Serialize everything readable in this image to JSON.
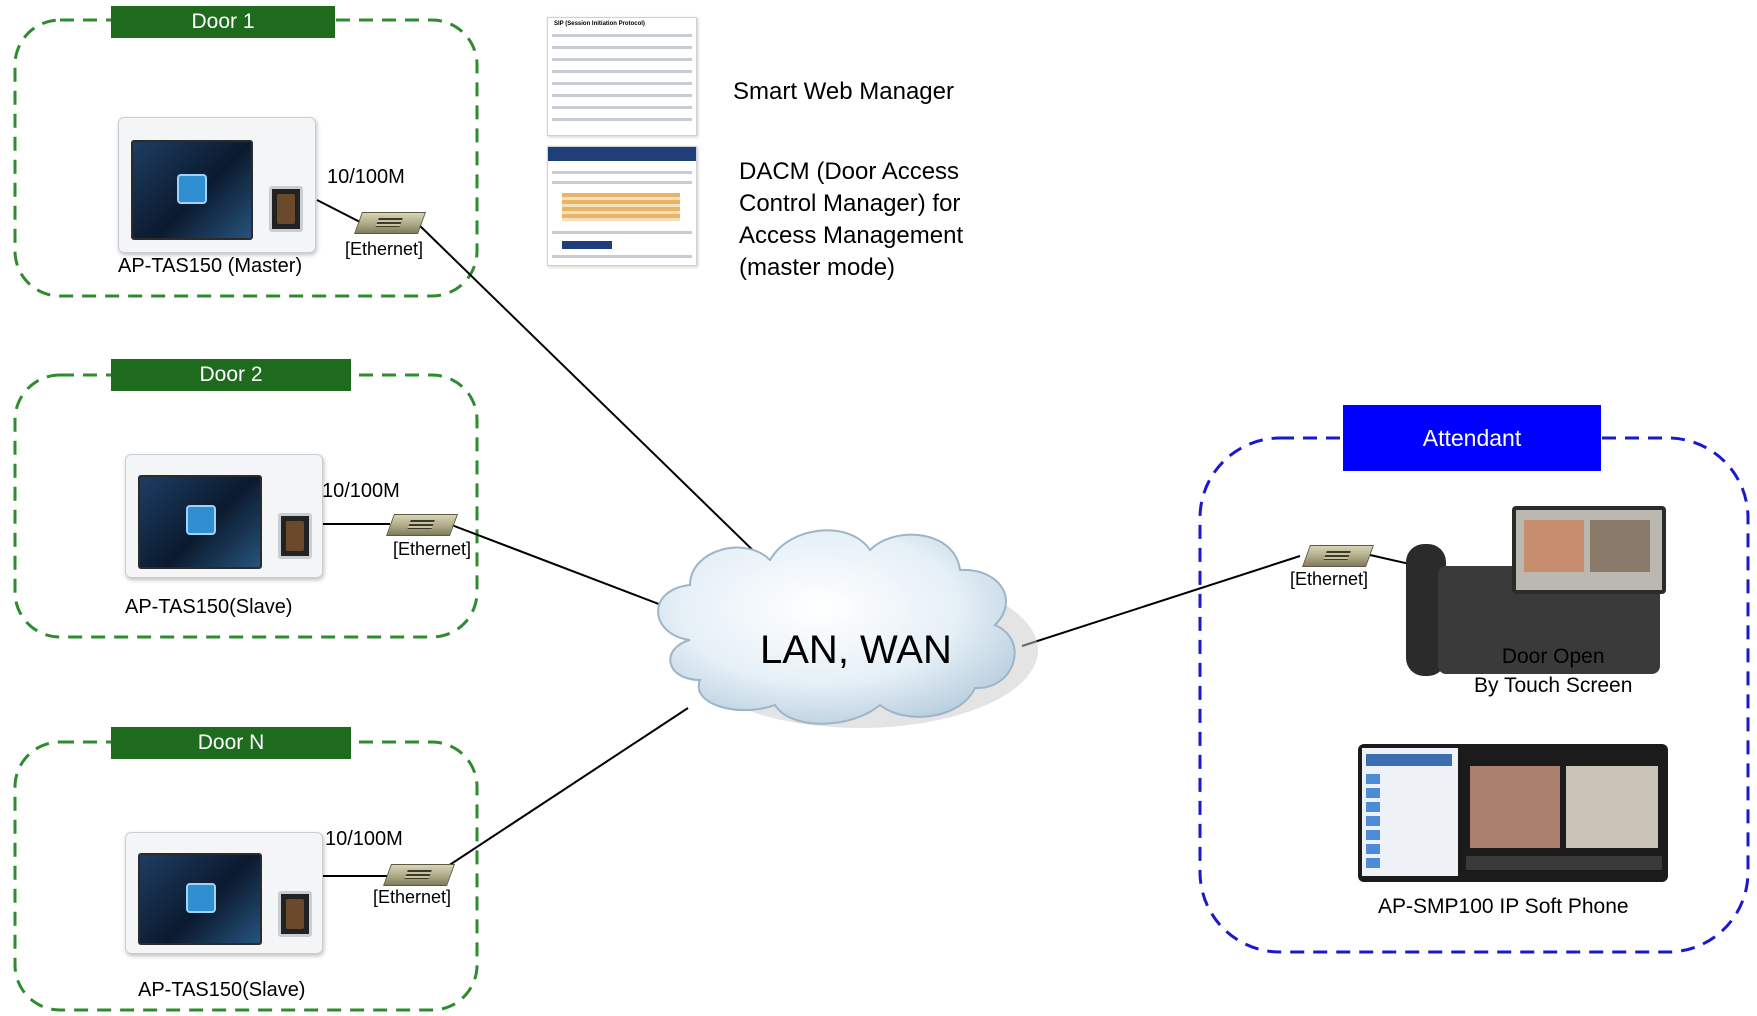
{
  "doors": [
    {
      "tag": "Door 1",
      "device_label": "AP-TAS150 (Master)",
      "speed": "10/100M",
      "ethernet": "[Ethernet]"
    },
    {
      "tag": "Door 2",
      "device_label": "AP-TAS150(Slave)",
      "speed": "10/100M",
      "ethernet": "[Ethernet]"
    },
    {
      "tag": "Door N",
      "device_label": "AP-TAS150(Slave)",
      "speed": "10/100M",
      "ethernet": "[Ethernet]"
    }
  ],
  "top_panel": {
    "sip_title": "SIP (Session Initiation Protocol)",
    "swm_label": "Smart Web Manager",
    "dacm_label": "DACM (Door Access\nControl Manager) for\nAccess Management\n(master mode)"
  },
  "network": {
    "cloud_label": "LAN, WAN"
  },
  "attendant": {
    "tag": "Attendant",
    "ethernet": "[Ethernet]",
    "phone_caption": "Door Open\nBy Touch Screen",
    "softphone_label": "AP-SMP100 IP Soft Phone"
  },
  "colors": {
    "door_green": "#1e6b1e",
    "door_dash": "#2e8b2e",
    "attendant_blue": "#0000ff",
    "attendant_dash": "#1a1acc"
  }
}
